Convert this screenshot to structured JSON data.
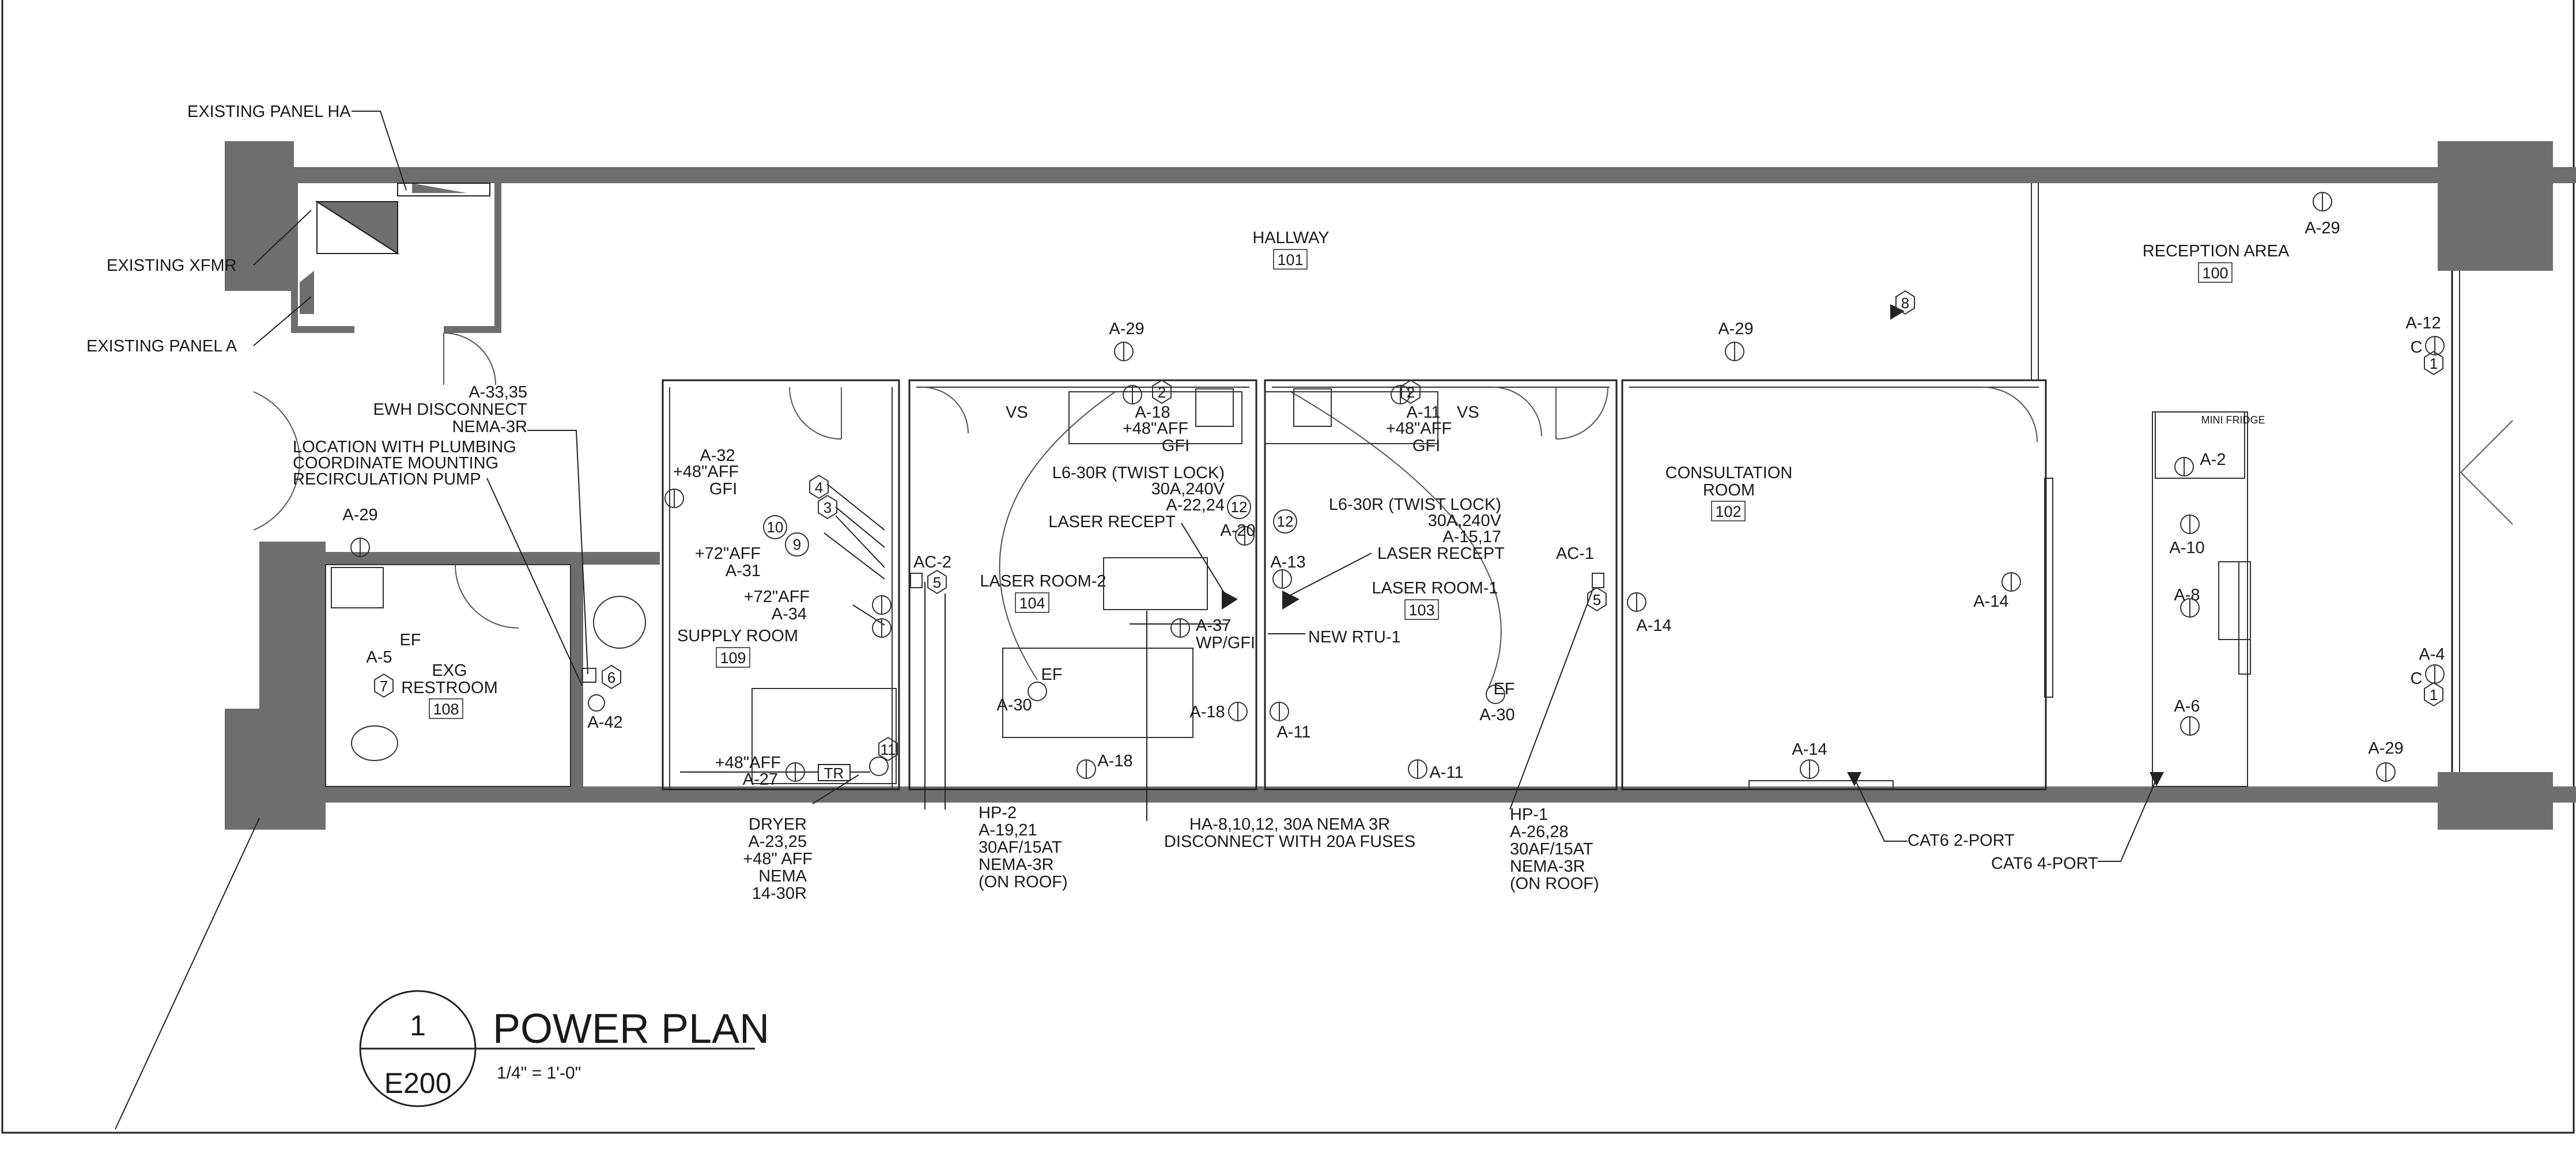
{
  "drawing": {
    "title": "POWER PLAN",
    "scale": "1/4\" = 1'-0\"",
    "detail_number": "1",
    "sheet_number": "E200"
  },
  "rooms": {
    "hallway": {
      "name": "HALLWAY",
      "number": "101"
    },
    "reception": {
      "name": "RECEPTION AREA",
      "number": "100"
    },
    "consultation": {
      "name_line1": "CONSULTATION",
      "name_line2": "ROOM",
      "number": "102"
    },
    "laser1": {
      "name": "LASER ROOM-1",
      "number": "103"
    },
    "laser2": {
      "name": "LASER ROOM-2",
      "number": "104"
    },
    "supply": {
      "name": "SUPPLY ROOM",
      "number": "109"
    },
    "restroom": {
      "name_line1": "EXG",
      "name_line2": "RESTROOM",
      "number": "108"
    }
  },
  "callouts": {
    "panel_ha": "EXISTING PANEL HA",
    "xfmr": "EXISTING XFMR",
    "panel_a": "EXISTING PANEL A",
    "ewh": [
      "A-33,35",
      "EWH DISCONNECT",
      "NEMA-3R"
    ],
    "plumbing": [
      "LOCATION WITH PLUMBING",
      "COORDINATE MOUNTING",
      "RECIRCULATION PUMP"
    ],
    "supply_gfi": [
      "A-32",
      "+48\"AFF",
      "GFI"
    ],
    "supply_72a": [
      "+72\"AFF",
      "A-31"
    ],
    "supply_72b": [
      "+72\"AFF",
      "A-34"
    ],
    "supply_48": "+48\"AFF",
    "supply_a27": "A-27",
    "tr": "TR",
    "ac2": "AC-2",
    "ac1": "AC-1",
    "l2_vs": "VS",
    "l1_vs": "VS",
    "l2_gfi": [
      "A-18",
      "+48\"AFF",
      "GFI"
    ],
    "l1_gfi": [
      "A-11",
      "+48\"AFF",
      "GFI"
    ],
    "l2_twist": [
      "L6-30R (TWIST LOCK)",
      "30A,240V",
      "A-22,24"
    ],
    "l1_twist": [
      "L6-30R (TWIST LOCK)",
      "30A,240V",
      "A-15,17"
    ],
    "l2_laser": "LASER RECEPT",
    "l1_laser": "LASER RECEPT",
    "a20": "A-20",
    "a13": "A-13",
    "a37": [
      "A-37",
      "WP/GFI"
    ],
    "new_rtu": "NEW RTU-1",
    "ef": "EF",
    "a30": "A-30",
    "a18": "A-18",
    "a11": "A-11",
    "a14": "A-14",
    "a29": "A-29",
    "a5": "A-5",
    "a42": "A-42",
    "a12": "A-12",
    "a4": "A-4",
    "a2": "A-2",
    "a10": "A-10",
    "a8": "A-8",
    "a6": "A-6",
    "c": "C",
    "mini_fridge": "MINI FRIDGE",
    "dryer": [
      "DRYER",
      "A-23,25",
      "+48\" AFF",
      "NEMA",
      "14-30R"
    ],
    "hp2": [
      "HP-2",
      "A-19,21",
      "30AF/15AT",
      "NEMA-3R",
      "(ON ROOF)"
    ],
    "ha_disc": [
      "HA-8,10,12, 30A NEMA 3R",
      "DISCONNECT WITH 20A FUSES"
    ],
    "hp1": [
      "HP-1",
      "A-26,28",
      "30AF/15AT",
      "NEMA-3R",
      "(ON ROOF)"
    ],
    "cat6_2": "CAT6 2-PORT",
    "cat6_4": "CAT6 4-PORT"
  },
  "keynotes": [
    "1",
    "2",
    "3",
    "4",
    "5",
    "6",
    "7",
    "8",
    "9",
    "10",
    "11",
    "12"
  ]
}
